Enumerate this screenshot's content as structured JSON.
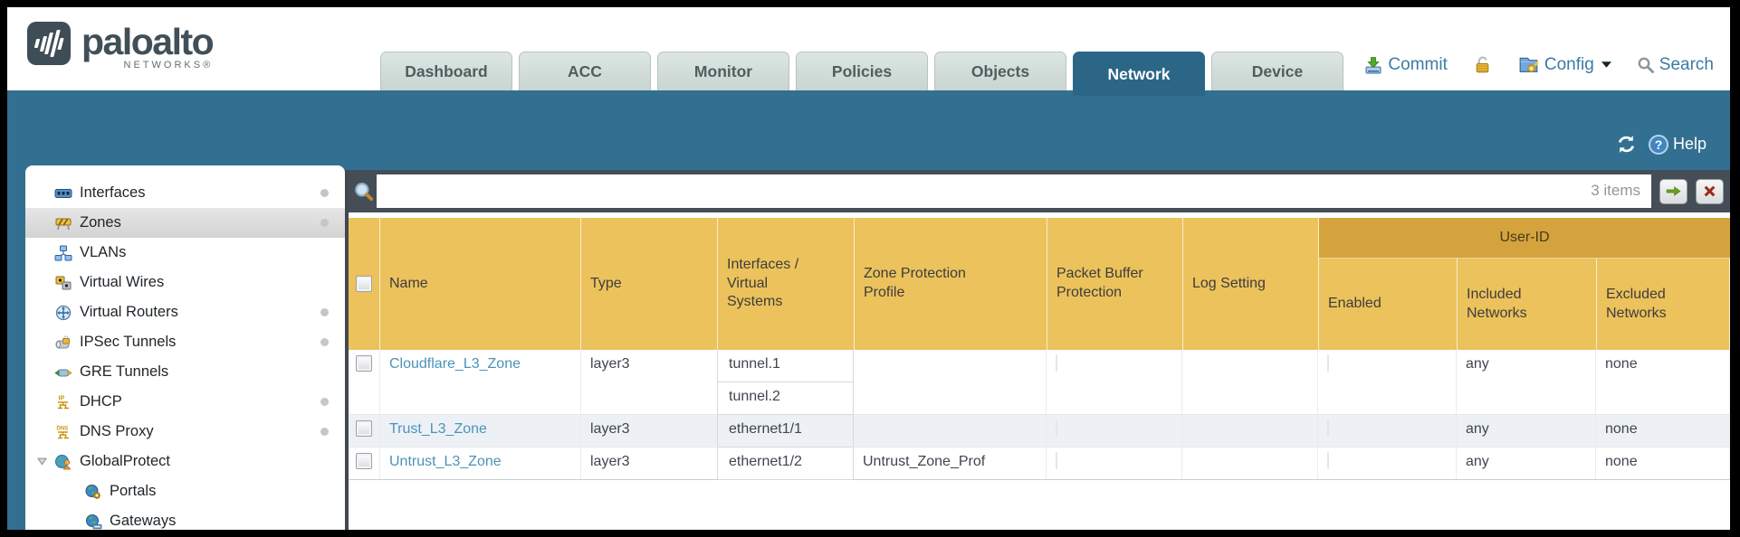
{
  "brand": {
    "name": "paloalto",
    "subname": "NETWORKS®"
  },
  "nav": {
    "tabs": [
      {
        "label": "Dashboard",
        "active": false
      },
      {
        "label": "ACC",
        "active": false
      },
      {
        "label": "Monitor",
        "active": false
      },
      {
        "label": "Policies",
        "active": false
      },
      {
        "label": "Objects",
        "active": false
      },
      {
        "label": "Network",
        "active": true
      },
      {
        "label": "Device",
        "active": false
      }
    ]
  },
  "actions": {
    "commit": "Commit",
    "config": "Config",
    "search": "Search"
  },
  "band": {
    "help": "Help",
    "help_glyph": "?"
  },
  "sidebar": {
    "items": [
      {
        "label": "Interfaces",
        "icon": "interfaces",
        "dot": true
      },
      {
        "label": "Zones",
        "icon": "zones",
        "dot": true,
        "selected": true
      },
      {
        "label": "VLANs",
        "icon": "vlans",
        "dot": false
      },
      {
        "label": "Virtual Wires",
        "icon": "virtual-wires",
        "dot": false
      },
      {
        "label": "Virtual Routers",
        "icon": "virtual-routers",
        "dot": true
      },
      {
        "label": "IPSec Tunnels",
        "icon": "ipsec-tunnels",
        "dot": true
      },
      {
        "label": "GRE Tunnels",
        "icon": "gre-tunnels",
        "dot": false
      },
      {
        "label": "DHCP",
        "icon": "dhcp",
        "dot": true
      },
      {
        "label": "DNS Proxy",
        "icon": "dns-proxy",
        "dot": true
      },
      {
        "label": "GlobalProtect",
        "icon": "globalprotect",
        "dot": false,
        "expanded": true
      },
      {
        "label": "Portals",
        "icon": "portals",
        "dot": false,
        "indent": 1
      },
      {
        "label": "Gateways",
        "icon": "gateways",
        "dot": false,
        "indent": 1
      }
    ]
  },
  "toolbar": {
    "filter_value": "",
    "items_count": "3 items"
  },
  "table": {
    "group_header": "User-ID",
    "columns": {
      "name": "Name",
      "type": "Type",
      "interfaces": "Interfaces / Virtual Systems",
      "zone_protection_profile": "Zone Protection Profile",
      "packet_buffer_protection": "Packet Buffer Protection",
      "log_setting": "Log Setting",
      "enabled": "Enabled",
      "included_networks": "Included Networks",
      "excluded_networks": "Excluded Networks"
    },
    "rows": [
      {
        "name": "Cloudflare_L3_Zone",
        "type": "layer3",
        "interfaces": [
          "tunnel.1",
          "tunnel.2"
        ],
        "zone_protection_profile": "",
        "log_setting": "",
        "included_networks": "any",
        "excluded_networks": "none"
      },
      {
        "name": "Trust_L3_Zone",
        "type": "layer3",
        "interfaces": [
          "ethernet1/1"
        ],
        "zone_protection_profile": "",
        "log_setting": "",
        "included_networks": "any",
        "excluded_networks": "none"
      },
      {
        "name": "Untrust_L3_Zone",
        "type": "layer3",
        "interfaces": [
          "ethernet1/2"
        ],
        "zone_protection_profile": "Untrust_Zone_Prof",
        "log_setting": "",
        "included_networks": "any",
        "excluded_networks": "none"
      }
    ]
  },
  "colors": {
    "teal_band": "#336f90",
    "active_tab": "#2c6687",
    "header_amber": "#ecc25c",
    "group_band": "#d5a33d",
    "filter_bar": "#454e56",
    "link": "#4a93ba"
  }
}
